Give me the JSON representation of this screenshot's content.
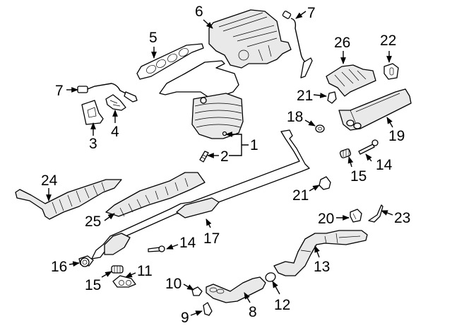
{
  "diagram": {
    "type": "exploded-parts-diagram",
    "subject": "exhaust system",
    "colors": {
      "line": "#000000",
      "background": "#ffffff",
      "shade": "#e9e9e9"
    },
    "callouts": [
      {
        "id": "c1",
        "label": "1",
        "part": "catalytic-converter-manifold"
      },
      {
        "id": "c2",
        "label": "2",
        "part": "stud"
      },
      {
        "id": "c3",
        "label": "3",
        "part": "bracket"
      },
      {
        "id": "c4",
        "label": "4",
        "part": "bracket"
      },
      {
        "id": "c5",
        "label": "5",
        "part": "manifold-gasket"
      },
      {
        "id": "c6",
        "label": "6",
        "part": "heat-shield-upper"
      },
      {
        "id": "c7a",
        "label": "7",
        "part": "oxygen-sensor-upper"
      },
      {
        "id": "c7b",
        "label": "7",
        "part": "oxygen-sensor-lower"
      },
      {
        "id": "c8",
        "label": "8",
        "part": "front-pipe"
      },
      {
        "id": "c9",
        "label": "9",
        "part": "bolt"
      },
      {
        "id": "c10",
        "label": "10",
        "part": "nut"
      },
      {
        "id": "c11",
        "label": "11",
        "part": "gasket"
      },
      {
        "id": "c12",
        "label": "12",
        "part": "gasket-ring"
      },
      {
        "id": "c13",
        "label": "13",
        "part": "flex-pipe"
      },
      {
        "id": "c14a",
        "label": "14",
        "part": "bolt-upper"
      },
      {
        "id": "c14b",
        "label": "14",
        "part": "bolt-lower"
      },
      {
        "id": "c15a",
        "label": "15",
        "part": "spring-upper"
      },
      {
        "id": "c15b",
        "label": "15",
        "part": "spring-lower"
      },
      {
        "id": "c16",
        "label": "16",
        "part": "gasket-ring"
      },
      {
        "id": "c17",
        "label": "17",
        "part": "intermediate-pipe"
      },
      {
        "id": "c18",
        "label": "18",
        "part": "gasket-ring"
      },
      {
        "id": "c19",
        "label": "19",
        "part": "muffler"
      },
      {
        "id": "c20",
        "label": "20",
        "part": "hanger"
      },
      {
        "id": "c21a",
        "label": "21",
        "part": "hanger-upper"
      },
      {
        "id": "c21b",
        "label": "21",
        "part": "hanger-lower"
      },
      {
        "id": "c22",
        "label": "22",
        "part": "hanger-insulator"
      },
      {
        "id": "c23",
        "label": "23",
        "part": "bracket"
      },
      {
        "id": "c24",
        "label": "24",
        "part": "heat-shield-front"
      },
      {
        "id": "c25",
        "label": "25",
        "part": "heat-shield-center"
      },
      {
        "id": "c26",
        "label": "26",
        "part": "heat-shield-rear"
      }
    ]
  }
}
